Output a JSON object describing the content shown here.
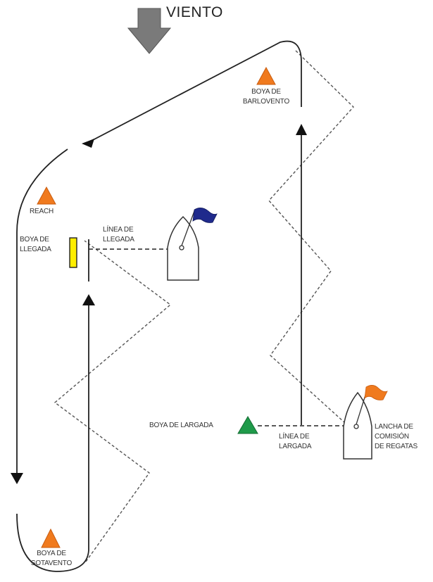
{
  "wind": {
    "label": "VIENTO"
  },
  "marks": {
    "windward": {
      "line1": "BOYA DE",
      "line2": "BARLOVENTO",
      "color": "#f07a1e"
    },
    "reach": {
      "label": "REACH",
      "color": "#f07a1e"
    },
    "leeward": {
      "line1": "BOYA DE",
      "line2": "SOTAVENTO",
      "color": "#f07a1e"
    },
    "finish_buoy": {
      "line1": "BOYA DE",
      "line2": "LLEGADA",
      "color": "#ffee00"
    },
    "start_buoy": {
      "label": "BOYA DE LARGADA",
      "color": "#1f9a4a"
    }
  },
  "lines": {
    "finish": {
      "line1": "LÍNEA DE",
      "line2": "LLEGADA"
    },
    "start": {
      "line1": "LÍNEA DE",
      "line2": "LARGADA"
    }
  },
  "boats": {
    "finish_boat": {
      "flag_color": "#1f2a8c"
    },
    "committee_boat": {
      "line1": "LANCHA DE",
      "line2": "COMISIÓN",
      "line3": "DE REGATAS",
      "flag_color": "#f07a1e"
    }
  }
}
